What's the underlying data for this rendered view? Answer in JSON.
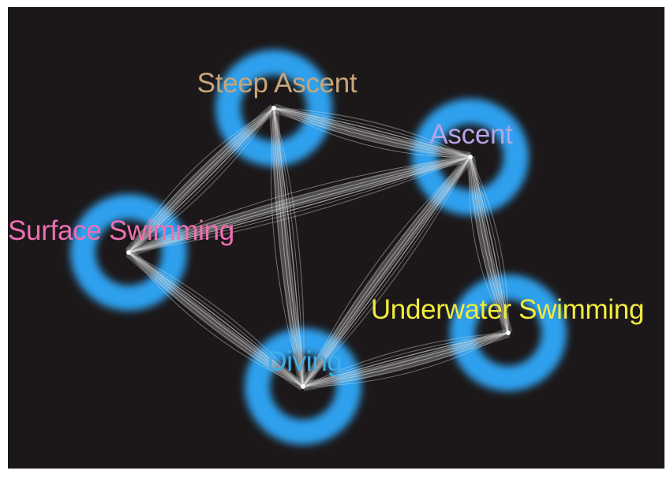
{
  "nodes": [
    {
      "id": "steep_ascent",
      "label": "Steep Ascent",
      "label_color": "#c9a57a"
    },
    {
      "id": "ascent",
      "label": "Ascent",
      "label_color": "#b6a3e6"
    },
    {
      "id": "surface_swimming",
      "label": "Surface Swimming",
      "label_color": "#ee6fb2"
    },
    {
      "id": "underwater_swimming",
      "label": "Underwater Swimming",
      "label_color": "#f1ec3c"
    },
    {
      "id": "diving",
      "label": "Diving",
      "label_color": "#40aee8"
    }
  ],
  "edges": [
    {
      "from": "steep_ascent",
      "to": "ascent"
    },
    {
      "from": "steep_ascent",
      "to": "surface_swimming"
    },
    {
      "from": "steep_ascent",
      "to": "diving"
    },
    {
      "from": "ascent",
      "to": "surface_swimming"
    },
    {
      "from": "ascent",
      "to": "underwater_swimming"
    },
    {
      "from": "ascent",
      "to": "diving"
    },
    {
      "from": "surface_swimming",
      "to": "diving"
    },
    {
      "from": "diving",
      "to": "underwater_swimming"
    }
  ],
  "colors": {
    "background": "#1c1819",
    "ring": "#2ea0ee",
    "edge": "#d8d8d8"
  }
}
